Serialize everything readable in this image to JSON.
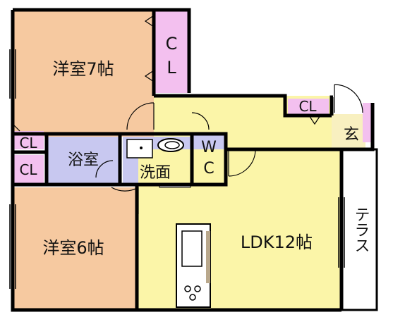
{
  "floorplan": {
    "rooms": {
      "western7": {
        "label": "洋室7帖"
      },
      "western6": {
        "label": "洋室6帖"
      },
      "bath": {
        "label": "浴室"
      },
      "washroom": {
        "label": "洗面"
      },
      "wc": {
        "label_top": "W",
        "label_bottom": "C"
      },
      "ldk": {
        "label": "LDK12帖"
      },
      "entrance": {
        "label": "玄"
      },
      "terrace": {
        "label": "テラス"
      }
    },
    "closets": {
      "cl_main_top": "C",
      "cl_main_bottom": "L",
      "cl_hall": "CL",
      "cl_left_top": "CL",
      "cl_left_bottom": "CL"
    }
  },
  "colors": {
    "western": "#f6c9a0",
    "bath": "#c8c8f0",
    "washroom": "#c8c8f0",
    "ldk": "#fbf5a8",
    "closet": "#f3c0ef",
    "entrance": "#f8f0c0",
    "terrace": "#ffffff",
    "wall": "#000000"
  }
}
